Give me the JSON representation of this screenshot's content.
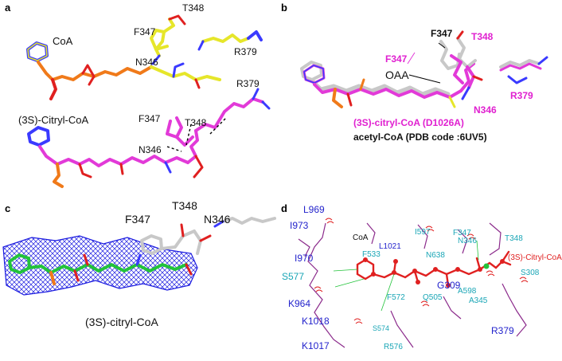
{
  "panels": {
    "a": {
      "label": "a",
      "coa": "CoA",
      "citryl": "(3S)-Citryl-CoA",
      "residues_top": [
        "T348",
        "F347",
        "N346",
        "R379"
      ],
      "residues_bottom": [
        "F347",
        "T348",
        "N346",
        "R379"
      ]
    },
    "b": {
      "label": "b",
      "f347_black": "F347",
      "t348": "T348",
      "f347_magenta": "F347",
      "oaa": "OAA",
      "r379": "R379",
      "n346": "N346",
      "legend1": "(3S)-citryl-CoA (D1026A)",
      "legend2": "acetyl-CoA (PDB code :6UV5)"
    },
    "c": {
      "label": "c",
      "f347": "F347",
      "t348": "T348",
      "n346": "N346",
      "citryl": "(3S)-citryl-CoA"
    },
    "d": {
      "label": "d",
      "blue": [
        "L969",
        "I973",
        "I970",
        "S577",
        "K964",
        "K1018",
        "K1017",
        "G309",
        "R379",
        "L1021"
      ],
      "cyan": [
        "I597",
        "F347",
        "N346",
        "T348",
        "F533",
        "N638",
        "S308",
        "F572",
        "Q505",
        "A598",
        "A345",
        "S574",
        "R576"
      ],
      "coa": "CoA",
      "citryl": "(3S)-Citryl-CoA"
    }
  },
  "colors": {
    "yellow": "#e6e62a",
    "magenta": "#e23ad8",
    "grey": "#c8c8c8",
    "green": "#22c33a",
    "orange": "#f07a1a",
    "blue": "#2323cc",
    "cyan": "#1aa6b6",
    "red": "#e02020",
    "purple": "#8b2a8b",
    "mesh": "#1c1ce0"
  }
}
